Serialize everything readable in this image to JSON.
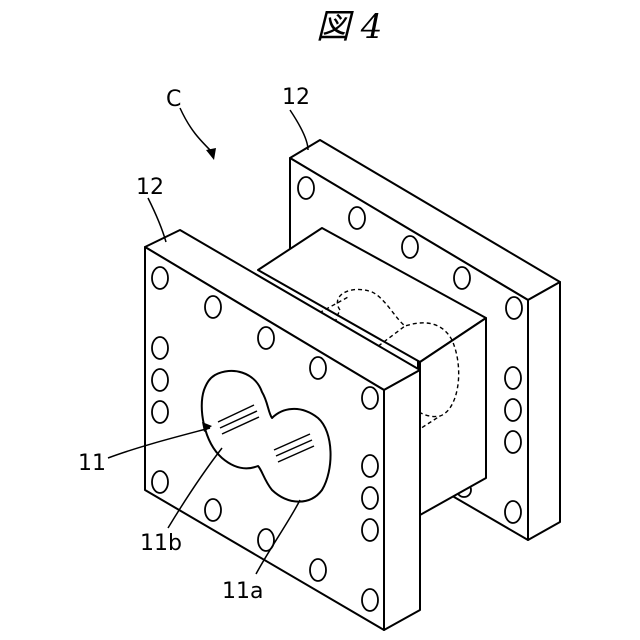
{
  "figure": {
    "title": "図 4"
  },
  "labels": {
    "assembly": "C",
    "flange_rear": "12",
    "flange_front": "12",
    "bore": "11",
    "groove": "11b",
    "cylinder": "11a"
  }
}
